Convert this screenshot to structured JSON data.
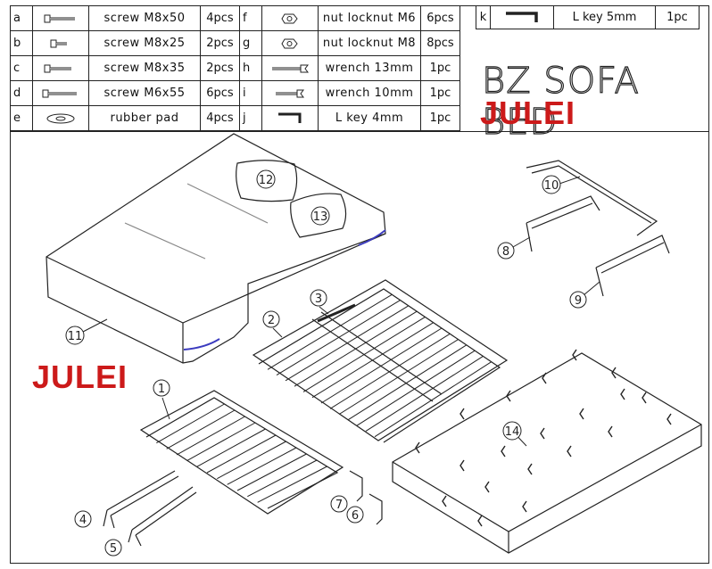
{
  "parts": [
    {
      "key": "a",
      "icon": "screw-icon",
      "name": "screw  M8x50",
      "qty": "4pcs",
      "key2": "f",
      "icon2": "locknut-icon",
      "name2": "nut locknut M6",
      "qty2": "6pcs"
    },
    {
      "key": "b",
      "icon": "short-screw-icon",
      "name": "screw  M8x25",
      "qty": "2pcs",
      "key2": "g",
      "icon2": "locknut-icon",
      "name2": "nut locknut M8",
      "qty2": "8pcs"
    },
    {
      "key": "c",
      "icon": "screw-icon",
      "name": "screw  M8x35",
      "qty": "2pcs",
      "key2": "h",
      "icon2": "wrench-icon",
      "name2": "wrench   13mm",
      "qty2": "1pc"
    },
    {
      "key": "d",
      "icon": "long-screw-icon",
      "name": "screw  M6x55",
      "qty": "6pcs",
      "key2": "i",
      "icon2": "wrench-icon",
      "name2": "wrench   10mm",
      "qty2": "1pc"
    },
    {
      "key": "e",
      "icon": "rubber-pad-icon",
      "name": "rubber pad",
      "qty": "4pcs",
      "key2": "j",
      "icon2": "l-key-icon",
      "name2": "L key   4mm",
      "qty2": "1pc"
    }
  ],
  "extra_part": {
    "key": "k",
    "icon": "l-key-icon",
    "name": "L key   5mm",
    "qty": "1pc"
  },
  "title": "BZ SOFA BED",
  "brand_top": "JULEI",
  "brand_left": "JULEI",
  "callouts": [
    "1",
    "2",
    "3",
    "4",
    "5",
    "6",
    "7",
    "8",
    "9",
    "10",
    "11",
    "12",
    "13",
    "14"
  ],
  "colors": {
    "brand": "#cc1a1a",
    "line": "#222222",
    "accent": "#3b3bbf"
  }
}
